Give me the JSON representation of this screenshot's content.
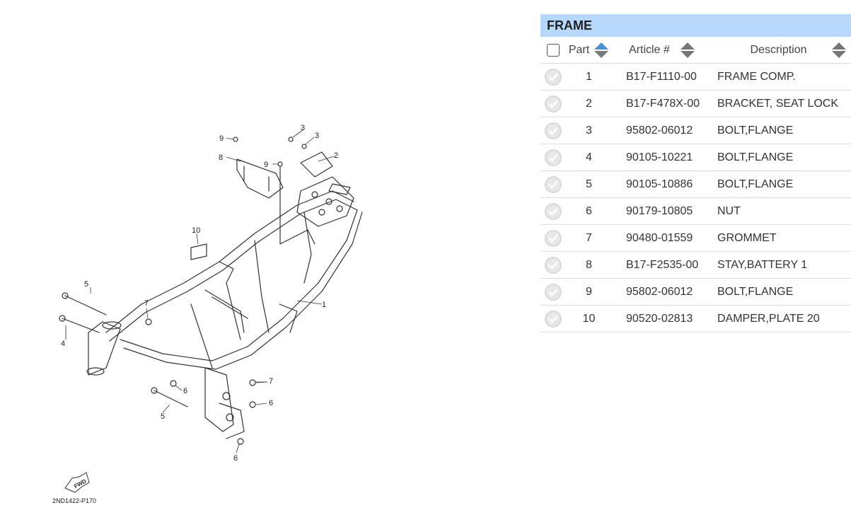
{
  "diagram": {
    "callouts": {
      "c1": "1",
      "c2": "2",
      "c3a": "3",
      "c3b": "3",
      "c4": "4",
      "c5a": "5",
      "c5b": "5",
      "c6a": "6",
      "c6b": "6",
      "c6c": "6",
      "c7a": "7",
      "c7b": "7",
      "c8": "8",
      "c9a": "9",
      "c9b": "9",
      "c10": "10"
    },
    "fwd_label": "FWD",
    "diagram_code": "2ND1422-P170"
  },
  "panel": {
    "title": "FRAME",
    "columns": {
      "part": "Part",
      "article": "Article #",
      "description": "Description"
    },
    "rows": [
      {
        "part": "1",
        "article": "B17-F1110-00",
        "description": "FRAME COMP."
      },
      {
        "part": "2",
        "article": "B17-F478X-00",
        "description": "BRACKET, SEAT LOCK"
      },
      {
        "part": "3",
        "article": "95802-06012",
        "description": "BOLT,FLANGE"
      },
      {
        "part": "4",
        "article": "90105-10221",
        "description": "BOLT,FLANGE"
      },
      {
        "part": "5",
        "article": "90105-10886",
        "description": "BOLT,FLANGE"
      },
      {
        "part": "6",
        "article": "90179-10805",
        "description": "NUT"
      },
      {
        "part": "7",
        "article": "90480-01559",
        "description": "GROMMET"
      },
      {
        "part": "8",
        "article": "B17-F2535-00",
        "description": "STAY,BATTERY 1"
      },
      {
        "part": "9",
        "article": "95802-06012",
        "description": "BOLT,FLANGE"
      },
      {
        "part": "10",
        "article": "90520-02813",
        "description": "DAMPER,PLATE 20"
      }
    ]
  },
  "colors": {
    "header_bg": "#b5d8fb",
    "sort_active": "#4a90d9",
    "sort_inactive": "#777777",
    "check_icon": "#c8c8c8"
  }
}
